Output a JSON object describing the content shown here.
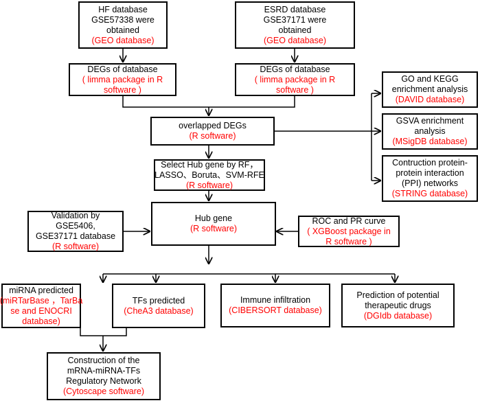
{
  "colors": {
    "stroke": "#000000",
    "tool_text": "#ff0000",
    "body_text": "#000000",
    "background": "#ffffff"
  },
  "nodes": {
    "hf": {
      "lines": [
        "HF database",
        "GSE57338 were",
        "obtained"
      ],
      "tool": [
        "(GEO database)"
      ]
    },
    "esrd": {
      "lines": [
        "ESRD database",
        "GSE37171 were",
        "obtained"
      ],
      "tool": [
        "(GEO database)"
      ]
    },
    "degs_hf": {
      "lines": [
        "DEGs of database"
      ],
      "tool": [
        "( limma package in R",
        "software )"
      ]
    },
    "degs_esrd": {
      "lines": [
        "DEGs of database"
      ],
      "tool": [
        "( limma package in R",
        "software )"
      ]
    },
    "go_kegg": {
      "lines": [
        "GO and KEGG",
        "enrichment analysis"
      ],
      "tool": [
        "(DAVID database)"
      ]
    },
    "overlap": {
      "lines": [
        "overlapped DEGs"
      ],
      "tool": [
        "(R software)"
      ]
    },
    "gsva": {
      "lines": [
        "GSVA enrichment",
        "analysis"
      ],
      "tool": [
        "(MSigDB database)"
      ]
    },
    "hub_select": {
      "lines": [
        "Select Hub gene by RF，",
        "LASSO、Boruta、SVM-RFE"
      ],
      "tool": [
        "(R software)"
      ]
    },
    "ppi": {
      "lines": [
        "Contruction protein-",
        "protein interaction",
        "(PPI) networks"
      ],
      "tool": [
        "(STRING database)"
      ]
    },
    "validation": {
      "lines": [
        "Validation by",
        "GSE5406,",
        "GSE37171 database"
      ],
      "tool": [
        "(R software)"
      ]
    },
    "hub": {
      "lines": [
        "Hub gene"
      ],
      "tool": [
        "(R software)"
      ]
    },
    "roc": {
      "lines": [
        "ROC and PR curve"
      ],
      "tool": [
        "( XGBoost package in",
        "R software )"
      ]
    },
    "mirna": {
      "lines": [
        "miRNA predicted"
      ],
      "tool": [
        "(miRTarBase ，TarBa",
        "se and ENOCRI",
        "database)"
      ]
    },
    "tfs": {
      "lines": [
        "TFs predicted"
      ],
      "tool": [
        "(CheA3 database)"
      ]
    },
    "immune": {
      "lines": [
        "Immune infiltration"
      ],
      "tool": [
        "(CIBERSORT database)"
      ]
    },
    "drugs": {
      "lines": [
        "Prediction of potential",
        "therapeutic drugs"
      ],
      "tool": [
        "(DGIdb database)"
      ]
    },
    "network": {
      "lines": [
        "Construction of the",
        "mRNA-miRNA-TFs",
        "Regulatory Network"
      ],
      "tool": [
        "(Cytoscape software)"
      ]
    }
  }
}
